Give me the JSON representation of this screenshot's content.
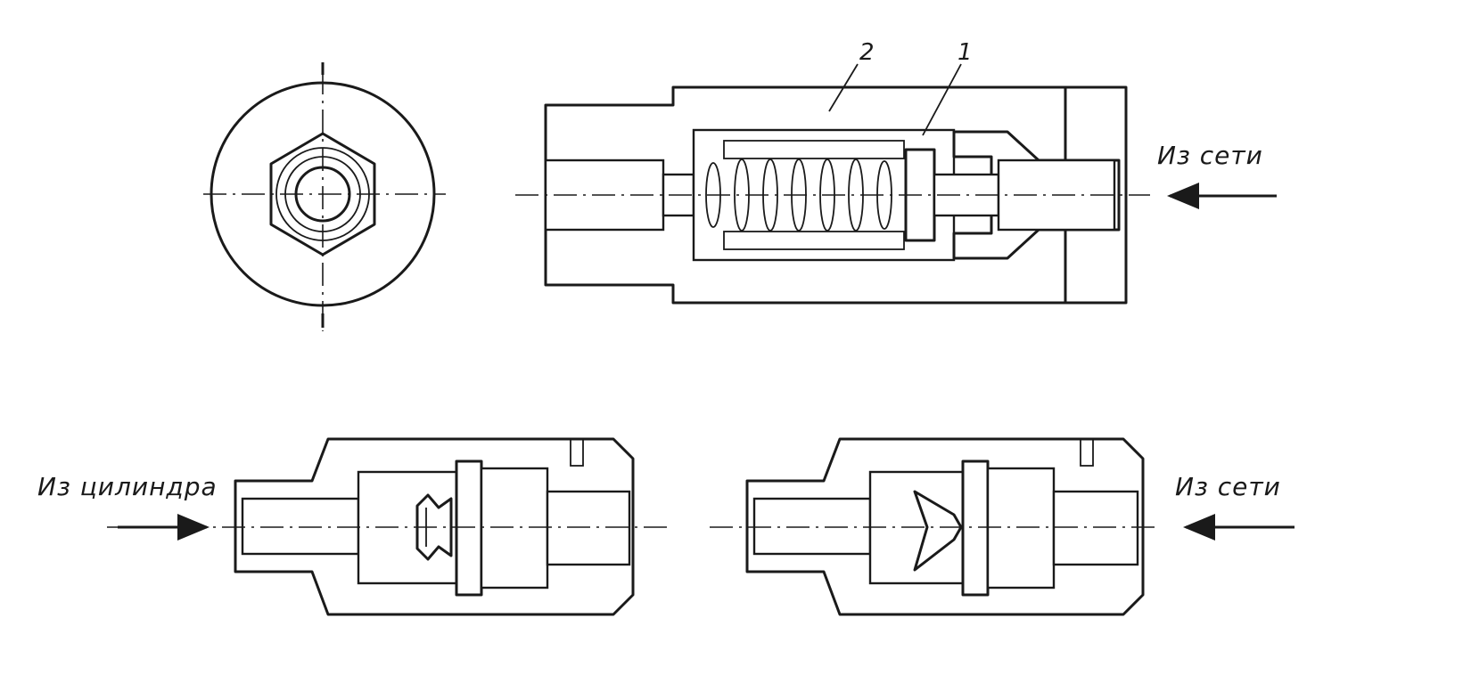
{
  "callouts": {
    "part_1": "1",
    "part_2": "2"
  },
  "flow_labels": {
    "top_right_inlet": "Из сети",
    "bottom_left_inlet": "Из цилиндра",
    "bottom_right_inlet": "Из сети"
  }
}
